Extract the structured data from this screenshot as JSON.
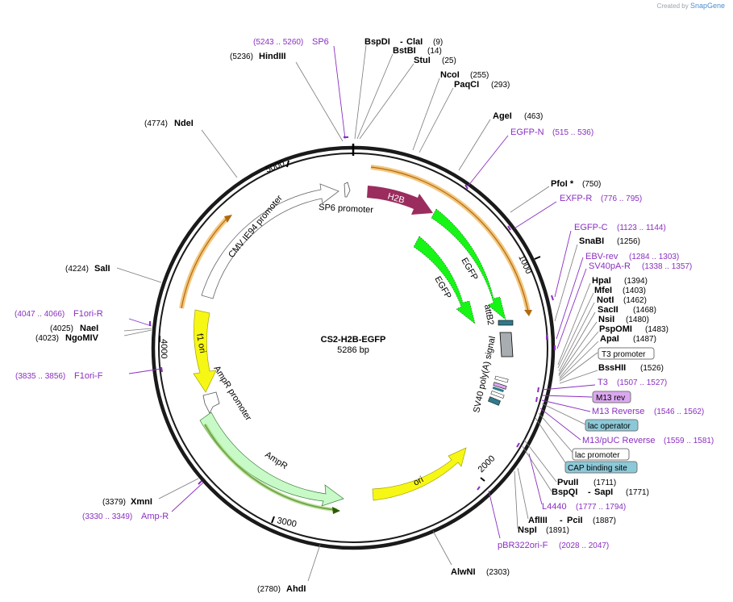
{
  "brand": {
    "prefix": "Created by",
    "name": "SnapGene"
  },
  "plasmid": {
    "name": "CS2-H2B-EGFP",
    "length": "5286 bp"
  },
  "scale_ticks": [
    "1000",
    "2000",
    "3000",
    "4000",
    "5000"
  ],
  "sites": [
    {
      "name": "BspDI",
      "pos": "(9)"
    },
    {
      "name": "ClaI",
      "prefix": "-"
    },
    {
      "name": "BstBI",
      "pos": "(14)"
    },
    {
      "name": "StuI",
      "pos": "(25)"
    },
    {
      "name": "NcoI",
      "pos": "(255)"
    },
    {
      "name": "PaqCI",
      "pos": "(293)"
    },
    {
      "name": "AgeI",
      "pos": "(463)"
    },
    {
      "name": "PfoI *",
      "pos": "(750)"
    },
    {
      "name": "SnaBI",
      "pos": "(1256)"
    },
    {
      "name": "HpaI",
      "pos": "(1394)"
    },
    {
      "name": "MfeI",
      "pos": "(1403)"
    },
    {
      "name": "NotI",
      "pos": "(1462)"
    },
    {
      "name": "SacII",
      "pos": "(1468)"
    },
    {
      "name": "NsiI",
      "pos": "(1480)"
    },
    {
      "name": "PspOMI",
      "pos": "(1483)"
    },
    {
      "name": "ApaI",
      "pos": "(1487)"
    },
    {
      "name": "BssHII",
      "pos": "(1526)"
    },
    {
      "name": "PvuII",
      "pos": "(1711)"
    },
    {
      "name": "BspQI",
      "pos": "(1771)"
    },
    {
      "name": "SapI",
      "prefix": "-"
    },
    {
      "name": "AflIII",
      "pos": "(1887)"
    },
    {
      "name": "PciI",
      "prefix": "-"
    },
    {
      "name": "NspI",
      "pos": "(1891)"
    },
    {
      "name": "AlwNI",
      "pos": "(2303)"
    },
    {
      "name": "AhdI",
      "pos": "(2780)"
    },
    {
      "name": "XmnI",
      "pos": "(3379)"
    },
    {
      "name": "NgoMIV",
      "pos": "(4023)"
    },
    {
      "name": "NaeI",
      "pos": "(4025)"
    },
    {
      "name": "SalI",
      "pos": "(4224)"
    },
    {
      "name": "NdeI",
      "pos": "(4774)"
    },
    {
      "name": "HindIII",
      "pos": "(5236)"
    }
  ],
  "primers": [
    {
      "name": "SP6",
      "range": "(5243 .. 5260)"
    },
    {
      "name": "EGFP-N",
      "range": "(515 .. 536)"
    },
    {
      "name": "EXFP-R",
      "range": "(776 .. 795)"
    },
    {
      "name": "EGFP-C",
      "range": "(1123 .. 1144)"
    },
    {
      "name": "EBV-rev",
      "range": "(1284 .. 1303)"
    },
    {
      "name": "SV40pA-R",
      "range": "(1338 .. 1357)"
    },
    {
      "name": "T3",
      "range": "(1507 .. 1527)"
    },
    {
      "name": "M13 Reverse",
      "range": "(1546 .. 1562)"
    },
    {
      "name": "M13/pUC Reverse",
      "range": "(1559 .. 1581)"
    },
    {
      "name": "L4440",
      "range": "(1777 .. 1794)"
    },
    {
      "name": "pBR322ori-F",
      "range": "(2028 .. 2047)"
    },
    {
      "name": "Amp-R",
      "range": "(3330 .. 3349)"
    },
    {
      "name": "F1ori-F",
      "range": "(3835 .. 3856)"
    },
    {
      "name": "F1ori-R",
      "range": "(4047 .. 4066)"
    }
  ],
  "boxed_labels": [
    {
      "name": "T3 promoter"
    },
    {
      "name": "M13 rev"
    },
    {
      "name": "lac operator"
    },
    {
      "name": "lac promoter"
    },
    {
      "name": "CAP binding site"
    }
  ],
  "features": [
    {
      "name": "H2B"
    },
    {
      "name": "EGFP"
    },
    {
      "name": "EGFP"
    },
    {
      "name": "attB2"
    },
    {
      "name": "SV40 poly(A) signal"
    },
    {
      "name": "ori"
    },
    {
      "name": "AmpR"
    },
    {
      "name": "AmpR promoter"
    },
    {
      "name": "f1 ori"
    },
    {
      "name": "CMV IE94 promoter"
    },
    {
      "name": "SP6 promoter"
    }
  ],
  "colors": {
    "h2b": "#9a2d5e",
    "egfp": "#16f516",
    "yellow": "#f7f715",
    "ampr": "#c8fac8",
    "attb2": "#2f7a8c",
    "polyA": "#a8adb2",
    "primer": "#8a2fc1",
    "orange_halo": "#f3c67d",
    "m13rev_fill": "#dba8f0",
    "lac_fill": "#8cc9d8"
  }
}
